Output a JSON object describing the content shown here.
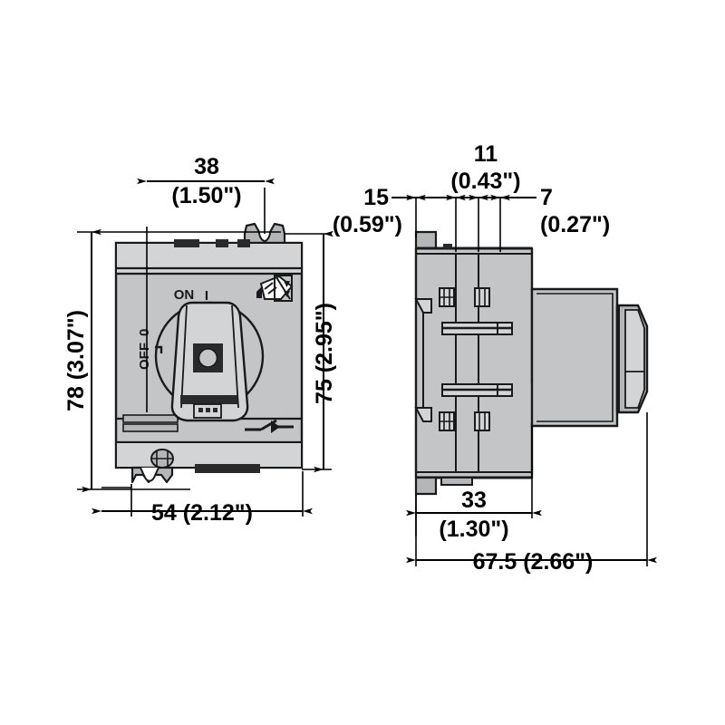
{
  "drawing": {
    "title": "Rotary disconnect switch dimensional drawing",
    "background_color": "#ffffff",
    "line_color": "#000000",
    "body_color": "#c3c5c7",
    "body_shade_dark": "#b4b6b8",
    "body_shade_light": "#d2d4d6",
    "detail_color": "#2a2a2a"
  },
  "front_view": {
    "name": "front-view",
    "dimensions": {
      "top_width": {
        "value": "38",
        "inches": "(1.50\")"
      },
      "left_height": {
        "value": "78 (3.07\")"
      },
      "right_height": {
        "value": "75 (2.95\")"
      },
      "bottom_width": {
        "value": "54 (2.12\")"
      }
    },
    "knob": {
      "on_label": "ON",
      "on_symbol": "I",
      "off_label": "OFF",
      "off_symbol": "0"
    },
    "symbols": {
      "padlock_hasp": "padlock-hasp-icon",
      "warning_arrow": "warning-arrow-icon",
      "switch_contact": "switch-contact-icon"
    }
  },
  "side_view": {
    "name": "side-view",
    "dimensions": {
      "rail_offset": {
        "value": "15",
        "inches": "(0.59\")"
      },
      "module_pitch": {
        "value": "11",
        "inches": "(0.43\")"
      },
      "front_offset": {
        "value": "7",
        "inches": "(0.27\")"
      },
      "body_depth": {
        "value": "33",
        "inches": "(1.30\")"
      },
      "overall_depth": {
        "value": "67.5 (2.66\")"
      }
    }
  }
}
